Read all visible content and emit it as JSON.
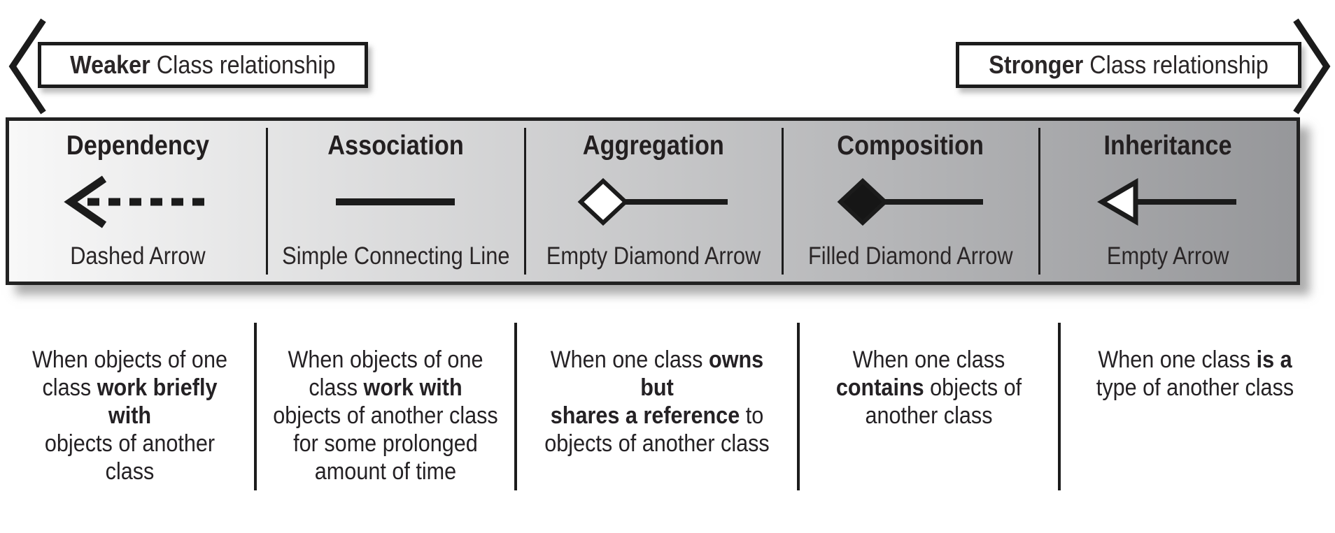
{
  "banners": {
    "weaker": {
      "emphasis": "Weaker",
      "text": " Class relationship"
    },
    "stronger": {
      "emphasis": "Stronger",
      "text": " Class relationship"
    }
  },
  "bar": {
    "columns": [
      {
        "title": "Dependency",
        "symbol": "dashed-arrow",
        "symbol_label": "Dashed Arrow",
        "description": [
          [
            {
              "t": "When objects of one",
              "b": false
            }
          ],
          [
            {
              "t": "class ",
              "b": false
            },
            {
              "t": "work briefly with",
              "b": true
            }
          ],
          [
            {
              "t": "objects of another class",
              "b": false
            }
          ]
        ]
      },
      {
        "title": "Association",
        "symbol": "plain-line",
        "symbol_label": "Simple Connecting Line",
        "description": [
          [
            {
              "t": "When objects of one",
              "b": false
            }
          ],
          [
            {
              "t": "class ",
              "b": false
            },
            {
              "t": "work with",
              "b": true
            }
          ],
          [
            {
              "t": "objects of another class",
              "b": false
            }
          ],
          [
            {
              "t": "for some prolonged",
              "b": false
            }
          ],
          [
            {
              "t": "amount of time",
              "b": false
            }
          ]
        ]
      },
      {
        "title": "Aggregation",
        "symbol": "empty-diamond-arrow",
        "symbol_label": "Empty Diamond Arrow",
        "description": [
          [
            {
              "t": "When one class ",
              "b": false
            },
            {
              "t": "owns but",
              "b": true
            }
          ],
          [
            {
              "t": "shares a reference",
              "b": true
            },
            {
              "t": " to",
              "b": false
            }
          ],
          [
            {
              "t": "objects of another class",
              "b": false
            }
          ]
        ]
      },
      {
        "title": "Composition",
        "symbol": "filled-diamond-arrow",
        "symbol_label": "Filled Diamond Arrow",
        "description": [
          [
            {
              "t": "When one class",
              "b": false
            }
          ],
          [
            {
              "t": "contains",
              "b": true
            },
            {
              "t": " objects of",
              "b": false
            }
          ],
          [
            {
              "t": "another class",
              "b": false
            }
          ]
        ]
      },
      {
        "title": "Inheritance",
        "symbol": "empty-arrow",
        "symbol_label": "Empty Arrow",
        "description": [
          [
            {
              "t": "When one class ",
              "b": false
            },
            {
              "t": "is a",
              "b": true
            }
          ],
          [
            {
              "t": "type of another class",
              "b": false
            }
          ]
        ]
      }
    ]
  },
  "colors": {
    "bar_gradient_left": "#f8f8f8",
    "bar_gradient_right": "#96979a",
    "line_color": "#1c1c1c",
    "text_color": "#242124"
  }
}
